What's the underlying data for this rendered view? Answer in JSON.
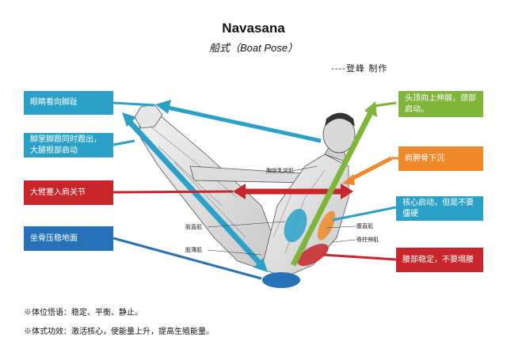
{
  "header": {
    "title": "Navasana",
    "subtitle": "船式（Boat Pose）",
    "credit": "----登峰 制作"
  },
  "left_labels": [
    {
      "text": "眼睛看向脚趾",
      "color": "#2ba1c9"
    },
    {
      "text": "脚掌脚跟同时蹬出，大腿根部启动",
      "color": "#2ba1c9"
    },
    {
      "text": "大臂蹇入肩关节",
      "color": "#c9262b"
    },
    {
      "text": "坐骨压稳地面",
      "color": "#2672b9"
    }
  ],
  "right_labels": [
    {
      "text": "头顶向上伸展，颈部启动。",
      "color": "#7fb539"
    },
    {
      "text": "肩胛骨下沉",
      "color": "#f0892b"
    },
    {
      "text": "核心启动，但是不要僵硬",
      "color": "#2ba1c9"
    },
    {
      "text": "腰部稳定，不要塌腰",
      "color": "#c9262b"
    }
  ],
  "muscle_labels": {
    "sternocleidomastoid": "胸锁乳突肌",
    "quadriceps": "股直肌",
    "rectus_abdominis": "腹直肌",
    "erector_spinae": "脊柱伸肌",
    "gracilis": "股薄肌"
  },
  "notes": {
    "mindset": "※体位悟语：稳定、平衡、静止。",
    "benefit": "※体式功效：激活核心，使能量上升，提高生殖能量。"
  },
  "colors": {
    "sky_blue": "#2ba1c9",
    "red": "#c9262b",
    "green": "#7fb539",
    "orange": "#f0892b",
    "dark_blue": "#2672b9"
  }
}
